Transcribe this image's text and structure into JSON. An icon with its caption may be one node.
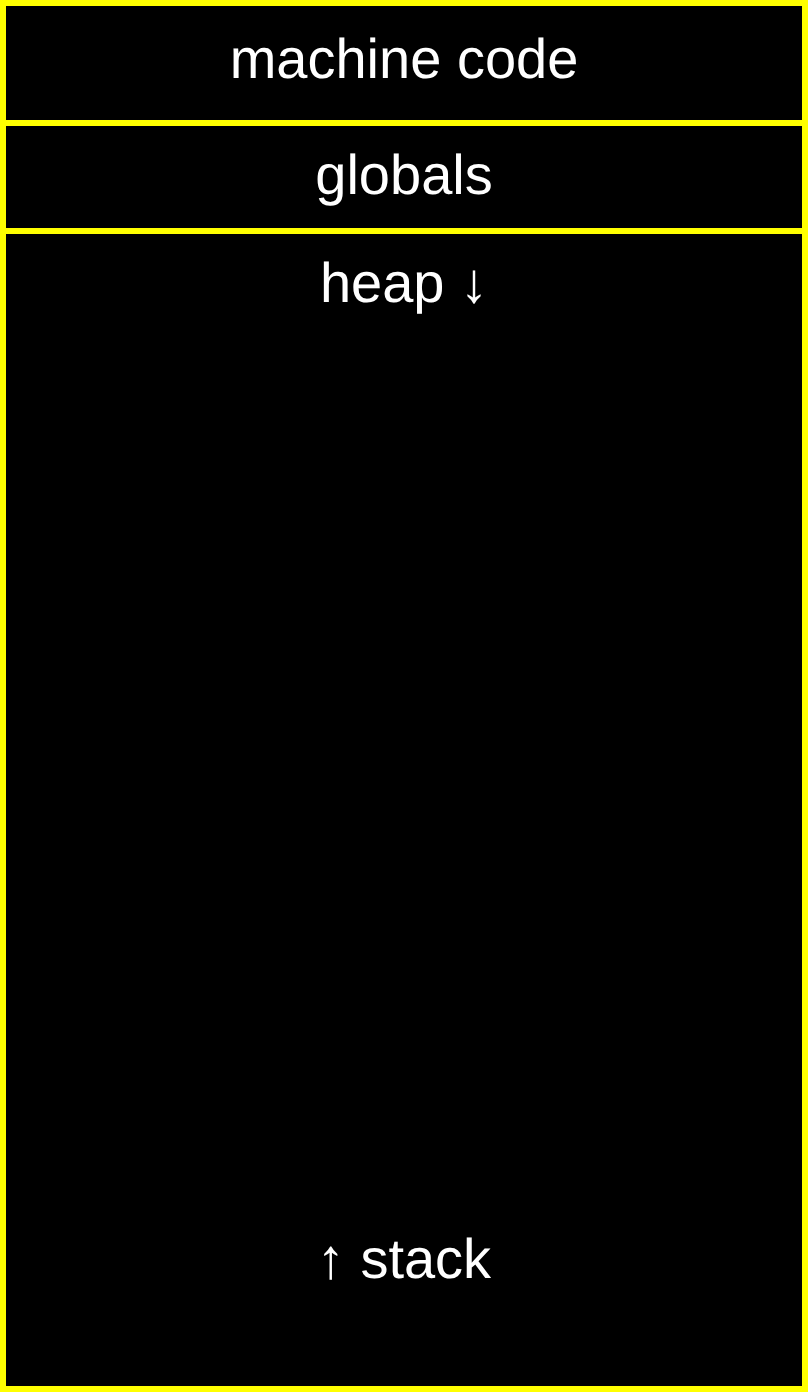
{
  "diagram": {
    "nodes": [
      {
        "text": [
          "machine code"
        ]
      },
      {
        "text": [
          "globals"
        ]
      },
      {
        "text": [
          "heap ↓",
          "↑ stack"
        ]
      }
    ]
  }
}
